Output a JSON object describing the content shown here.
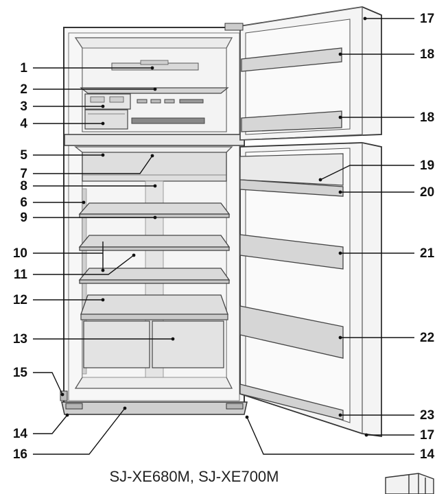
{
  "diagram": {
    "model_caption": "SJ-XE680M, SJ-XE700M",
    "callouts": [
      "1",
      "2",
      "3",
      "4",
      "5",
      "7",
      "8",
      "6",
      "9",
      "10",
      "11",
      "12",
      "13",
      "15",
      "14",
      "16",
      "17",
      "18",
      "18",
      "19",
      "20",
      "21",
      "22",
      "23",
      "17",
      "14"
    ]
  },
  "colors": {
    "line": "#333333",
    "panel": "#f2f2f2",
    "panel_dark": "#dcdcdc",
    "shelf": "#cfcfcf"
  }
}
